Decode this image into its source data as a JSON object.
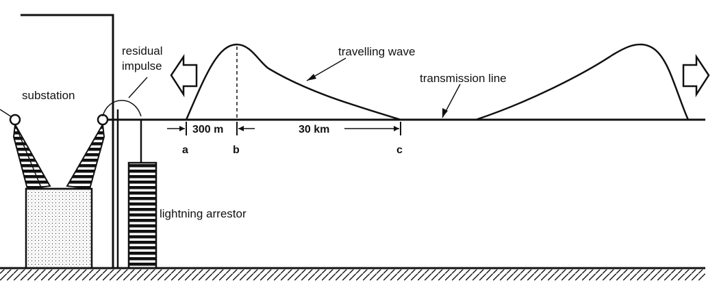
{
  "labels": {
    "substation": "substation",
    "residual_line1": "residual",
    "residual_line2": "impulse",
    "travelling_wave": "travelling wave",
    "transmission_line": "transmission line",
    "lightning_arrestor": "lightning arrestor"
  },
  "distances": {
    "ab": "300 m",
    "bc": "30 km"
  },
  "points": {
    "a": "a",
    "b": "b",
    "c": "c"
  },
  "colors": {
    "line": "#111111",
    "background": "#ffffff"
  }
}
